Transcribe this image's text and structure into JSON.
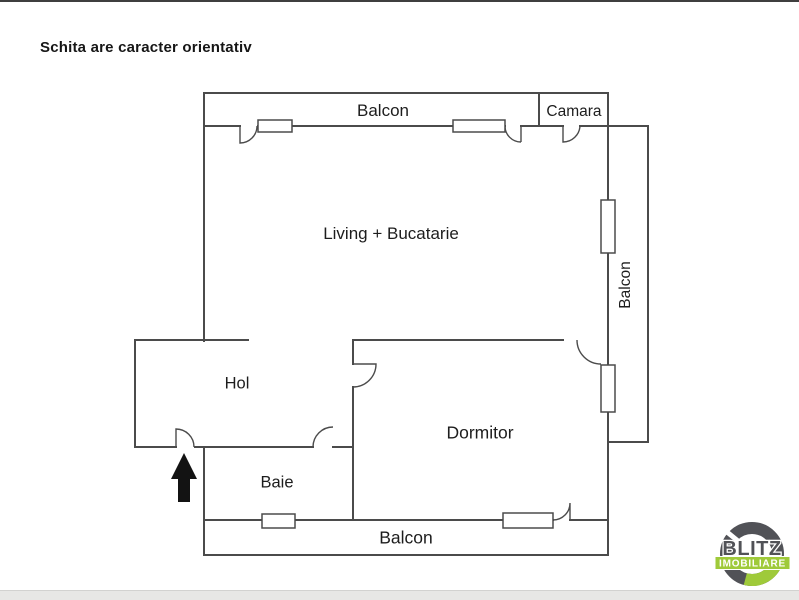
{
  "disclaimer": "Schita are caracter orientativ",
  "floorplan": {
    "labels": {
      "balcon_top": "Balcon",
      "camara": "Camara",
      "living": "Living + Bucatarie",
      "balcon_right": "Balcon",
      "hol": "Hol",
      "dormitor": "Dormitor",
      "baie": "Baie",
      "balcon_bottom": "Balcon"
    },
    "wall_color": "#4b4b4b",
    "entrance_marker": "black arrow pointing up at entrance door"
  },
  "watermark": {
    "brand": "BLITZ",
    "tagline": "IMOBILIARE",
    "ring_color": "#515257",
    "accent_color": "#9fca3a"
  }
}
